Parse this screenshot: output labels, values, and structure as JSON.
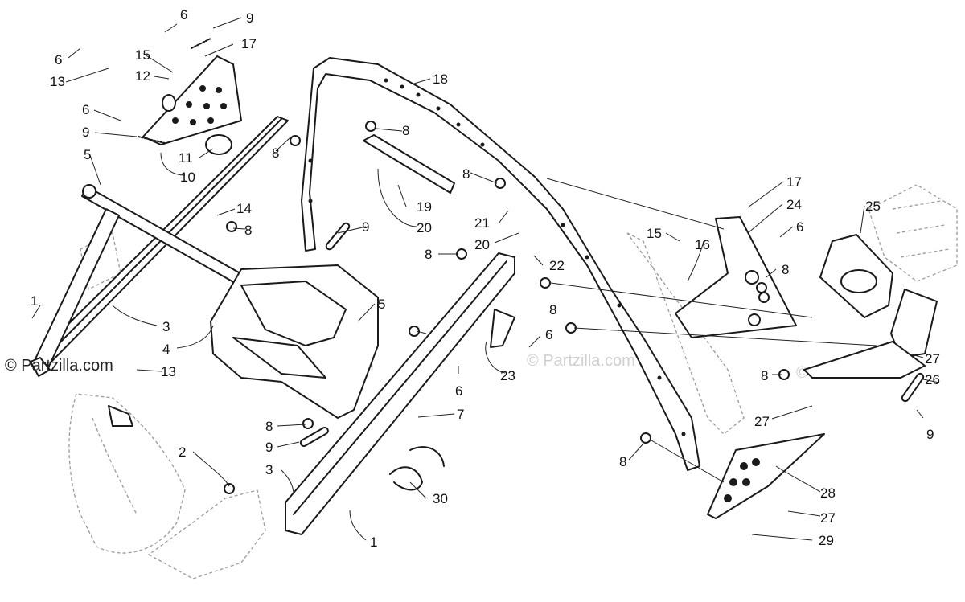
{
  "diagram": {
    "watermark_text": "© Partzilla.com",
    "callouts": [
      {
        "id": "c-6a",
        "text": "6"
      },
      {
        "id": "c-9a",
        "text": "9"
      },
      {
        "id": "c-17a",
        "text": "17"
      },
      {
        "id": "c-6b",
        "text": "6"
      },
      {
        "id": "c-15a",
        "text": "15"
      },
      {
        "id": "c-13a",
        "text": "13"
      },
      {
        "id": "c-12",
        "text": "12"
      },
      {
        "id": "c-6c",
        "text": "6"
      },
      {
        "id": "c-9b",
        "text": "9"
      },
      {
        "id": "c-5a",
        "text": "5"
      },
      {
        "id": "c-11",
        "text": "11"
      },
      {
        "id": "c-10",
        "text": "10"
      },
      {
        "id": "c-8a",
        "text": "8"
      },
      {
        "id": "c-14",
        "text": "14"
      },
      {
        "id": "c-8b",
        "text": "8"
      },
      {
        "id": "c-18",
        "text": "18"
      },
      {
        "id": "c-8c",
        "text": "8"
      },
      {
        "id": "c-19",
        "text": "19"
      },
      {
        "id": "c-20a",
        "text": "20"
      },
      {
        "id": "c-8d",
        "text": "8"
      },
      {
        "id": "c-21",
        "text": "21"
      },
      {
        "id": "c-20b",
        "text": "20"
      },
      {
        "id": "c-9c",
        "text": "9"
      },
      {
        "id": "c-22",
        "text": "22"
      },
      {
        "id": "c-8e",
        "text": "8"
      },
      {
        "id": "c-1a",
        "text": "1"
      },
      {
        "id": "c-3a",
        "text": "3"
      },
      {
        "id": "c-5b",
        "text": "5"
      },
      {
        "id": "c-4",
        "text": "4"
      },
      {
        "id": "c-13b",
        "text": "13"
      },
      {
        "id": "c-8f",
        "text": "8"
      },
      {
        "id": "c-6d",
        "text": "6"
      },
      {
        "id": "c-23",
        "text": "23"
      },
      {
        "id": "c-6e",
        "text": "6"
      },
      {
        "id": "c-7",
        "text": "7"
      },
      {
        "id": "c-2",
        "text": "2"
      },
      {
        "id": "c-8g",
        "text": "8"
      },
      {
        "id": "c-9d",
        "text": "9"
      },
      {
        "id": "c-3b",
        "text": "3"
      },
      {
        "id": "c-30",
        "text": "30"
      },
      {
        "id": "c-1b",
        "text": "1"
      },
      {
        "id": "c-17b",
        "text": "17"
      },
      {
        "id": "c-24",
        "text": "24"
      },
      {
        "id": "c-25",
        "text": "25"
      },
      {
        "id": "c-15b",
        "text": "15"
      },
      {
        "id": "c-16",
        "text": "16"
      },
      {
        "id": "c-6f",
        "text": "6"
      },
      {
        "id": "c-8h",
        "text": "8"
      },
      {
        "id": "c-27a",
        "text": "27"
      },
      {
        "id": "c-26",
        "text": "26"
      },
      {
        "id": "c-8i",
        "text": "8"
      },
      {
        "id": "c-27b",
        "text": "27"
      },
      {
        "id": "c-9e",
        "text": "9"
      },
      {
        "id": "c-8j",
        "text": "8"
      },
      {
        "id": "c-28",
        "text": "28"
      },
      {
        "id": "c-27c",
        "text": "27"
      },
      {
        "id": "c-29",
        "text": "29"
      }
    ]
  }
}
